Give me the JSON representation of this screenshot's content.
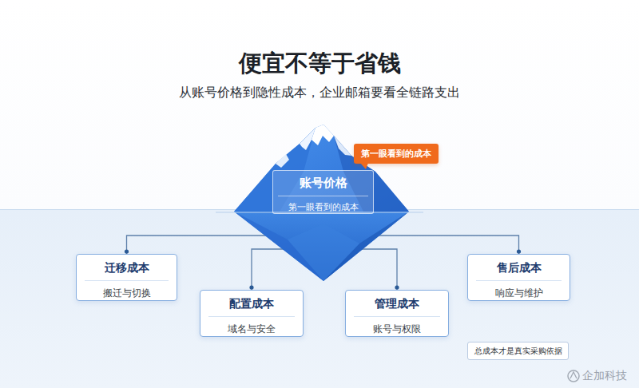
{
  "diagram": {
    "title": "便宜不等于省钱",
    "caption": "从账号价格到隐性成本，企业邮箱要看全链路支出",
    "nodes": [
      {
        "text": [
          "第一眼看到的成本"
        ]
      },
      {
        "text": [
          "账号价格",
          "第一眼看到的成本"
        ]
      },
      {
        "text": [
          "迁移成本",
          "搬迁与切换"
        ]
      },
      {
        "text": [
          "配置成本",
          "域名与安全"
        ]
      },
      {
        "text": [
          "管理成本",
          "账号与权限"
        ]
      },
      {
        "text": [
          "售后成本",
          "响应与维护"
        ]
      },
      {
        "text": [
          "总成本才是真实采购依据"
        ]
      }
    ],
    "edges": [
      {
        "from": 1,
        "to": 2,
        "arrow": "none"
      },
      {
        "from": 1,
        "to": 3,
        "arrow": "none"
      },
      {
        "from": 1,
        "to": 4,
        "arrow": "none"
      },
      {
        "from": 1,
        "to": 5,
        "arrow": "none"
      }
    ],
    "labels": [
      "企加科技"
    ]
  }
}
